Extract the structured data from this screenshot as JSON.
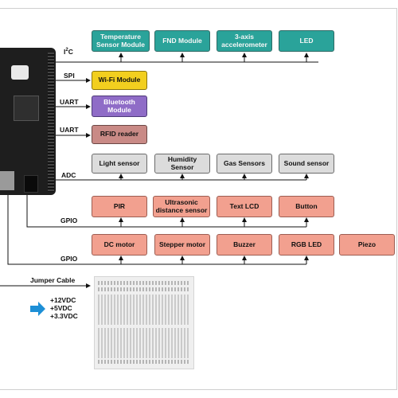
{
  "buses": {
    "i2c_main": "I",
    "i2c_sup": "2",
    "i2c_tail": "C",
    "spi": "SPI",
    "uart1": "UART",
    "uart2": "UART",
    "adc": "ADC",
    "gpio1": "GPIO",
    "gpio2": "GPIO",
    "jumper": "Jumper Cable"
  },
  "modules": {
    "temperature": "Temperature\nSensor Module",
    "fnd": "FND Module",
    "accelerometer": "3-axis\naccelerometer",
    "led": "LED",
    "wifi": "Wi-Fi Module",
    "bluetooth": "Bluetooth\nModule",
    "rfid": "RFID reader",
    "light": "Light sensor",
    "humidity": "Humidity\nSensor",
    "gas": "Gas Sensors",
    "sound": "Sound sensor",
    "pir": "PIR",
    "ultrasonic": "Ultrasonic\ndistance sensor",
    "textlcd": "Text LCD",
    "button": "Button",
    "dcmotor": "DC motor",
    "stepper": "Stepper motor",
    "buzzer": "Buzzer",
    "rgbled": "RGB LED",
    "piezo": "Piezo"
  },
  "power": [
    "+12VDC",
    "+5VDC",
    "+3.3VDC"
  ],
  "colors": {
    "teal": "#2aa39a",
    "yellow": "#f2cf1f",
    "purple": "#8f6cc7",
    "brown": "#c98a86",
    "gray": "#dcdcdc",
    "salmon": "#f2a08f",
    "arrow": "#1d8fd6"
  }
}
